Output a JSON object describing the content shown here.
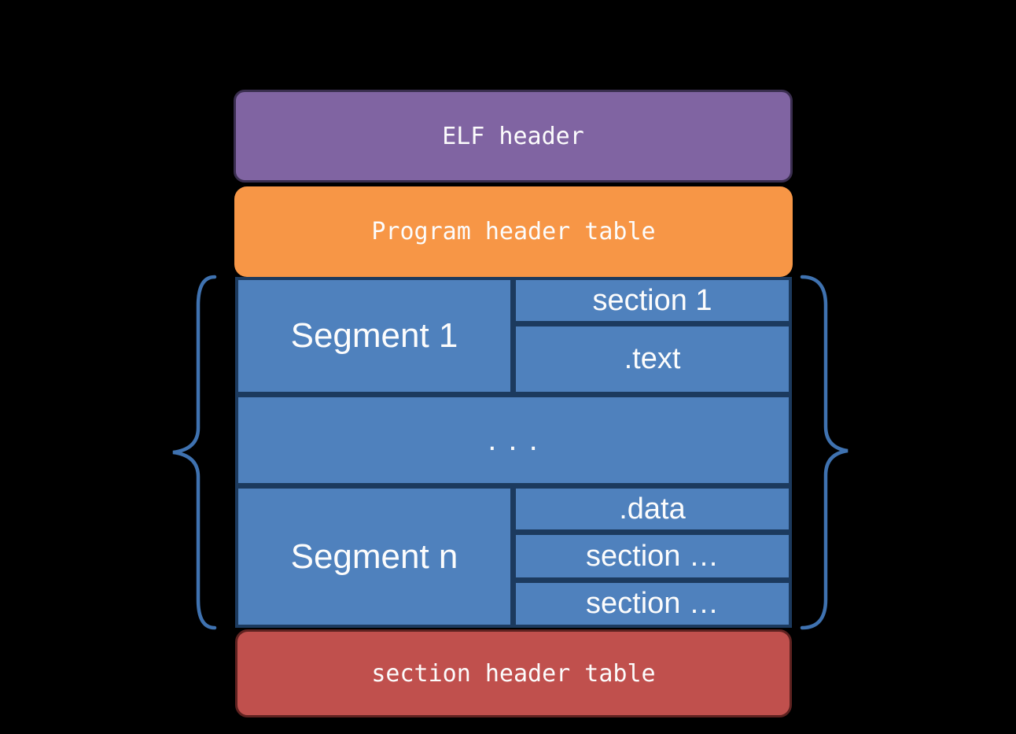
{
  "colors": {
    "background": "#000000",
    "purple": "#8064A2",
    "purple_border": "#3A2E4F",
    "orange": "#F79646",
    "blue": "#4F81BD",
    "blue_border": "#1C3A5E",
    "red": "#C0504D",
    "red_border": "#5E2220",
    "brace": "#3F72B0",
    "text": "#FCFCFC"
  },
  "boxes": {
    "elf_header": {
      "label": "ELF header"
    },
    "program_header_table": {
      "label": "Program header table"
    },
    "section_header_table": {
      "label": "section header table"
    }
  },
  "segments": {
    "segment1": {
      "label": "Segment 1",
      "sections": [
        "section 1",
        ".text"
      ]
    },
    "ellipsis": ". . .",
    "segment_n": {
      "label": "Segment n",
      "sections": [
        ".data",
        "section …",
        "section …"
      ]
    }
  },
  "icons": {
    "left_brace": "curly-brace-left",
    "right_brace": "curly-brace-right"
  }
}
